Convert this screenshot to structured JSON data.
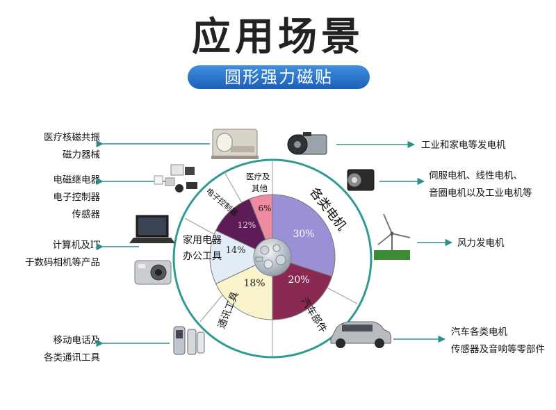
{
  "title": "应用场景",
  "subtitle": "圆形强力磁贴",
  "left_items": [
    {
      "lines": [
        "医疗核磁共振",
        "磁力器械"
      ]
    },
    {
      "lines": [
        "电磁继电器",
        "电子控制器",
        "传感器"
      ]
    },
    {
      "lines": [
        "计算机及IT",
        "于数码相机等产品"
      ]
    },
    {
      "lines": [
        "移动电话及",
        "各类通讯工具"
      ]
    }
  ],
  "right_items": [
    {
      "lines": [
        "工业和家电等发电机"
      ]
    },
    {
      "lines": [
        "伺服电机、线性电机、",
        "音圈电机以及工业电机等"
      ]
    },
    {
      "lines": [
        "风力发电机"
      ]
    },
    {
      "lines": [
        "汽车各类电机",
        "传感器及音响等零部件"
      ]
    }
  ],
  "segments": [
    {
      "outer_label": "各类电机",
      "percent": "30%",
      "color": "#9b8fd6"
    },
    {
      "outer_label": "汽车部件",
      "percent": "20%",
      "color": "#8a2a52"
    },
    {
      "outer_label": "通讯工具",
      "percent": "18%",
      "color": "#fbf3cb"
    },
    {
      "outer_label": "家用电器办公工具",
      "outer_label_lines": [
        "家用电器",
        "办公工具"
      ],
      "percent": "14%",
      "color": "#e1ecf6"
    },
    {
      "outer_label": "电子控制器",
      "percent": "12%",
      "color": "#5e1c56"
    },
    {
      "outer_label": "医疗及其他",
      "outer_label_lines": [
        "医疗及",
        "其他"
      ],
      "percent": "6%",
      "color": "#ee8aa2"
    }
  ],
  "colors": {
    "ring_border": "#2f9a94",
    "connector": "#2a8f8a",
    "pill": "#1d5fb8"
  },
  "icons": [
    "mri-machine-icon",
    "relay-components-icon",
    "laptop-icon",
    "digital-camera-icon",
    "mobile-phones-icon",
    "motor-icon",
    "servo-motor-icon",
    "wind-turbine-icon",
    "car-icon",
    "magnet-disc-icon"
  ]
}
